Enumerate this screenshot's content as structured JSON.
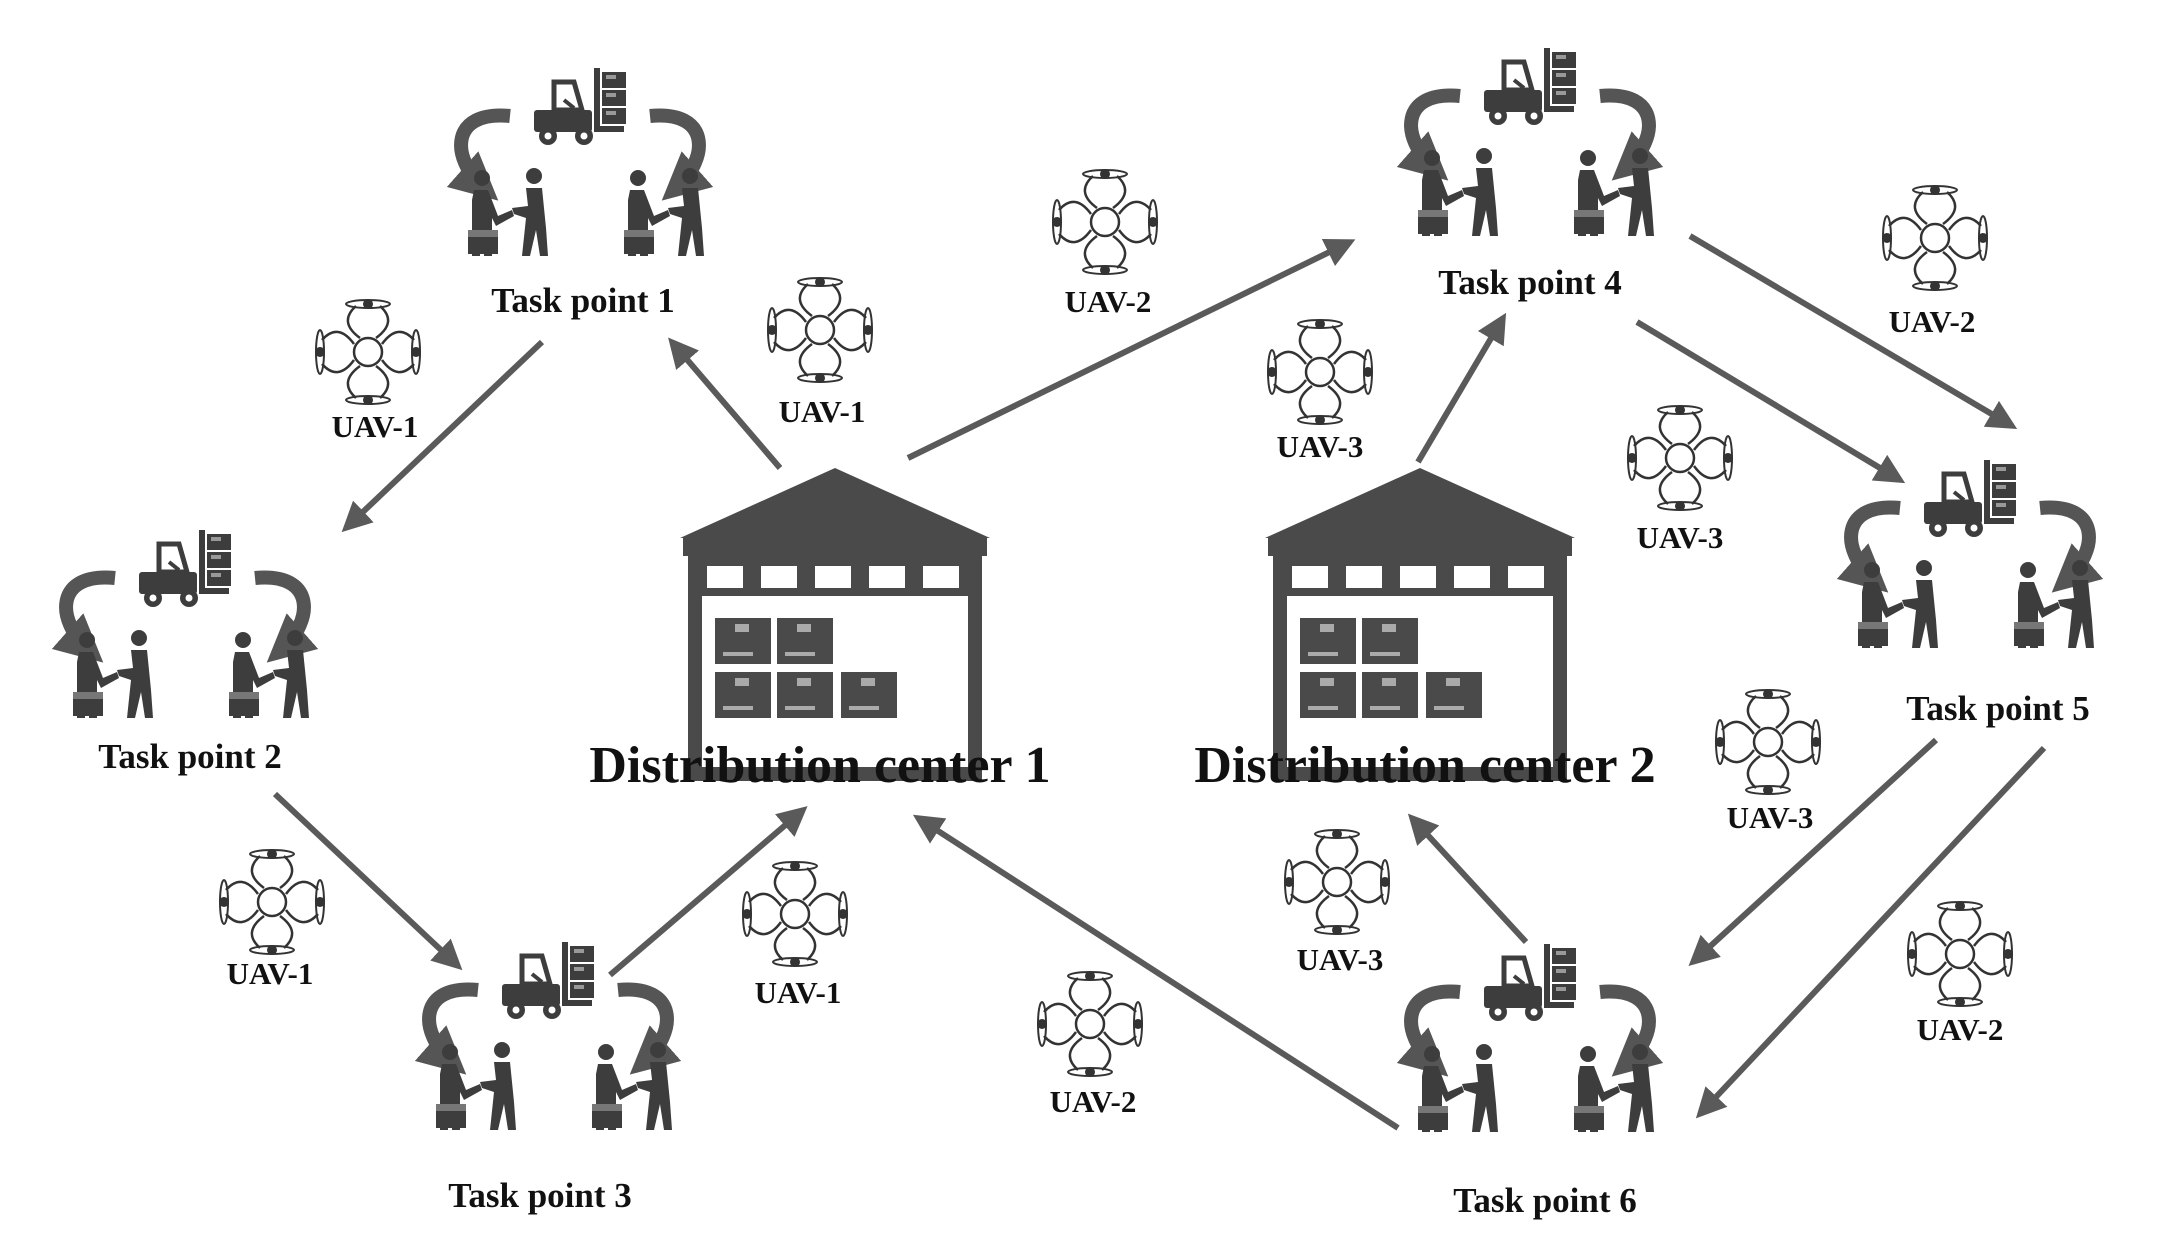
{
  "colors": {
    "arrow": "#5a5a5a",
    "icon_dark": "#3d3d3d",
    "warehouse": "#4a4a4a"
  },
  "distribution_centers": [
    {
      "id": "dc1",
      "label": "Distribution center 1",
      "icon": "warehouse-icon"
    },
    {
      "id": "dc2",
      "label": "Distribution center 2",
      "icon": "warehouse-icon"
    }
  ],
  "task_points": [
    {
      "id": "tp1",
      "label": "Task point 1",
      "icons": [
        "forklift-icon",
        "handover-icon"
      ]
    },
    {
      "id": "tp2",
      "label": "Task point 2",
      "icons": [
        "forklift-icon",
        "handover-icon"
      ]
    },
    {
      "id": "tp3",
      "label": "Task point 3",
      "icons": [
        "forklift-icon",
        "handover-icon"
      ]
    },
    {
      "id": "tp4",
      "label": "Task point 4",
      "icons": [
        "forklift-icon",
        "handover-icon"
      ]
    },
    {
      "id": "tp5",
      "label": "Task point 5",
      "icons": [
        "forklift-icon",
        "handover-icon"
      ]
    },
    {
      "id": "tp6",
      "label": "Task point 6",
      "icons": [
        "forklift-icon",
        "handover-icon"
      ]
    }
  ],
  "uav_labels": [
    {
      "id": "u1",
      "label": "UAV-1",
      "route": "tp1-tp2"
    },
    {
      "id": "u2",
      "label": "UAV-1",
      "route": "dc1-tp1"
    },
    {
      "id": "u3",
      "label": "UAV-1",
      "route": "tp2-tp3"
    },
    {
      "id": "u4",
      "label": "UAV-1",
      "route": "tp3-dc1"
    },
    {
      "id": "u5",
      "label": "UAV-2",
      "route": "dc1-tp4"
    },
    {
      "id": "u6",
      "label": "UAV-2",
      "route": "tp4-tp5"
    },
    {
      "id": "u7",
      "label": "UAV-2",
      "route": "tp5-tp6"
    },
    {
      "id": "u8",
      "label": "UAV-2",
      "route": "tp6-dc1"
    },
    {
      "id": "u9",
      "label": "UAV-3",
      "route": "dc2-tp4"
    },
    {
      "id": "u10",
      "label": "UAV-3",
      "route": "tp4-tp5"
    },
    {
      "id": "u11",
      "label": "UAV-3",
      "route": "tp5-tp6"
    },
    {
      "id": "u12",
      "label": "UAV-3",
      "route": "tp6-dc2"
    }
  ],
  "routes": [
    {
      "uav": "UAV-1",
      "from": "Distribution center 1",
      "to": "Task point 1"
    },
    {
      "uav": "UAV-1",
      "from": "Task point 1",
      "to": "Task point 2"
    },
    {
      "uav": "UAV-1",
      "from": "Task point 2",
      "to": "Task point 3"
    },
    {
      "uav": "UAV-1",
      "from": "Task point 3",
      "to": "Distribution center 1"
    },
    {
      "uav": "UAV-2",
      "from": "Distribution center 1",
      "to": "Task point 4"
    },
    {
      "uav": "UAV-2",
      "from": "Task point 4",
      "to": "Task point 5"
    },
    {
      "uav": "UAV-2",
      "from": "Task point 5",
      "to": "Task point 6"
    },
    {
      "uav": "UAV-2",
      "from": "Task point 6",
      "to": "Distribution center 1"
    },
    {
      "uav": "UAV-3",
      "from": "Distribution center 2",
      "to": "Task point 4"
    },
    {
      "uav": "UAV-3",
      "from": "Task point 4",
      "to": "Task point 5"
    },
    {
      "uav": "UAV-3",
      "from": "Task point 5",
      "to": "Task point 6"
    },
    {
      "uav": "UAV-3",
      "from": "Task point 6",
      "to": "Distribution center 2"
    }
  ]
}
